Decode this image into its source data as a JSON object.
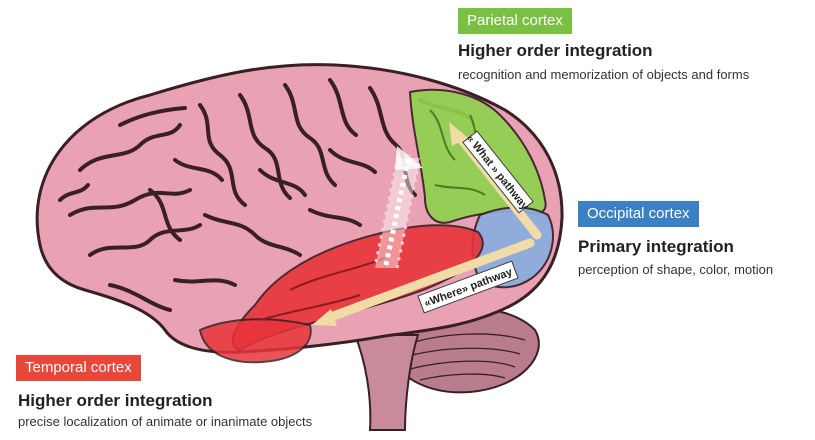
{
  "colors": {
    "parietal": "#7ac143",
    "occipital": "#3b7fc4",
    "temporal": "#e8473a",
    "brain": "#e9a1b4",
    "sulcus": "#3a1f26",
    "arrow": "#f1dca8"
  },
  "regions": {
    "parietal": {
      "tag": "Parietal cortex",
      "title": "Higher order integration",
      "description": "recognition and memorization of objects and forms"
    },
    "occipital": {
      "tag": "Occipital cortex",
      "title": "Primary integration",
      "description": "perception of shape, color, motion"
    },
    "temporal": {
      "tag": "Temporal cortex",
      "title": "Higher order integration",
      "description": "precise localization of animate or inanimate objects"
    }
  },
  "pathways": {
    "what": "« What » pathway",
    "where": "«Where» pathway"
  }
}
